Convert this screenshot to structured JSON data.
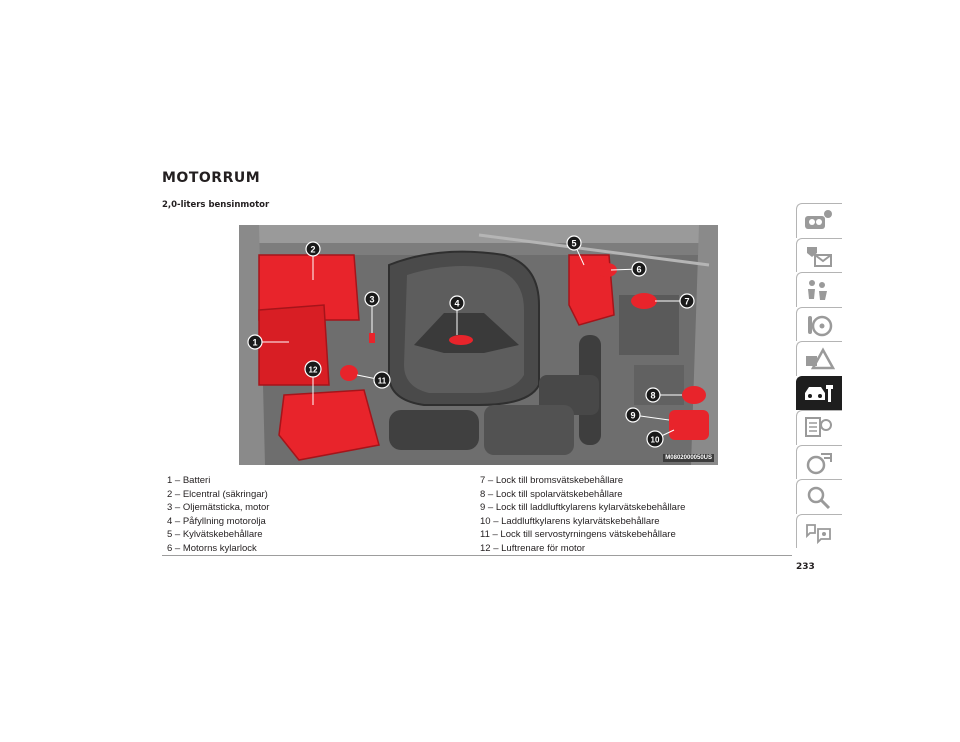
{
  "heading": "MOTORRUM",
  "subheading": "2,0-liters bensinmotor",
  "figure_code": "M0802000050US",
  "callouts": [
    "1",
    "2",
    "3",
    "4",
    "5",
    "6",
    "7",
    "8",
    "9",
    "10",
    "11",
    "12"
  ],
  "legend_left": [
    "1 – Batteri",
    "2 – Elcentral (säkringar)",
    "3 – Oljemätsticka, motor",
    "4 – Påfyllning motorolja",
    "5 – Kylvätskebehållare",
    "6 – Motorns kylarlock"
  ],
  "legend_right": [
    "7 – Lock till bromsvätskebehållare",
    "8 – Lock till spolarvätskebehållare",
    "9 – Lock till laddluftkylarens kylarvätskebehållare",
    "10 – Laddluftkylarens kylarvätskebehållare",
    "11 – Lock till servostyrningens vätskebehållare",
    "12 – Luftrenare för motor"
  ],
  "page_number": "233",
  "nav_icons": [
    "dashboard-info-icon",
    "safety-mail-icon",
    "people-airbag-icon",
    "steering-wheel-icon",
    "warning-triangle-icon",
    "car-wrench-icon",
    "service-checklist-icon",
    "multimedia-icon",
    "search-icon",
    "language-icon"
  ],
  "active_nav_index": 5,
  "colors": {
    "highlight_red": "#e8242b",
    "callout_black": "#1a1a1a",
    "engine_gray": "#5a5a5a",
    "active_tab": "#1e1e1e"
  }
}
